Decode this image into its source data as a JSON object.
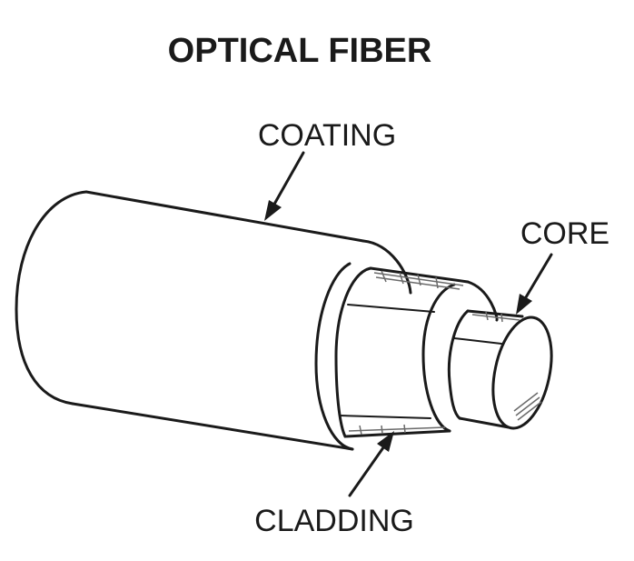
{
  "diagram": {
    "title": "OPTICAL FIBER",
    "labels": {
      "coating": "COATING",
      "core": "CORE",
      "cladding": "CLADDING"
    }
  },
  "colors": {
    "ink": "#1a1a1a",
    "background": "#ffffff"
  }
}
